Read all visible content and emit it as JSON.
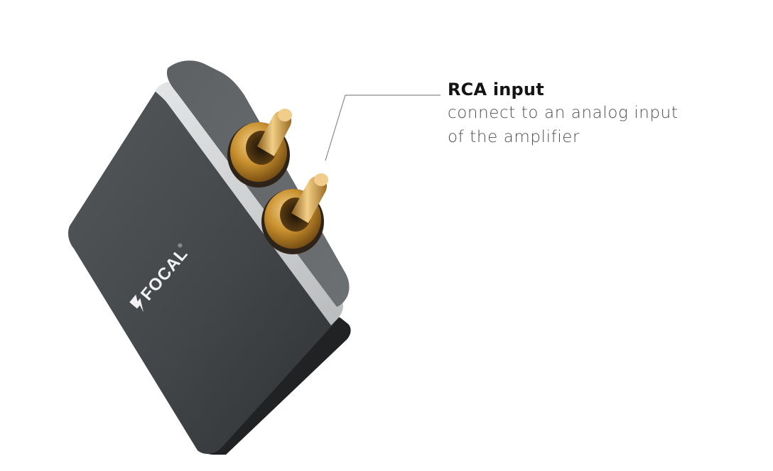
{
  "callout": {
    "title": "RCA input",
    "description_lines": [
      "connect to an analog input",
      "of the amplifier"
    ]
  },
  "device": {
    "logo_text": "FOCAL",
    "logo_mark": "®",
    "body_color": "#4a4d50",
    "trim_color": "#c9cbcd",
    "connector_color": "#c8902e"
  },
  "icons": [
    "rca-connector-icon",
    "focal-logo-icon",
    "leader-line"
  ]
}
